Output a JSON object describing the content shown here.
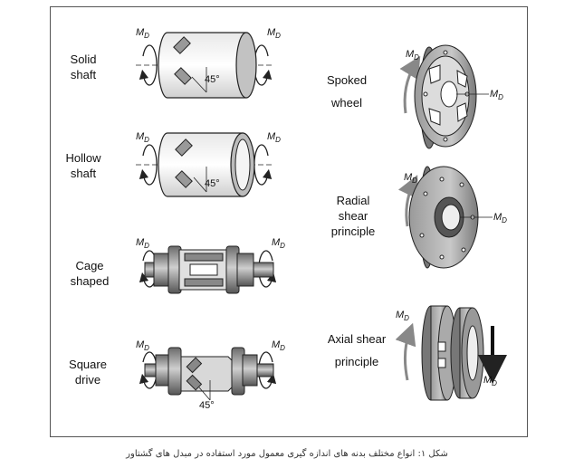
{
  "figure": {
    "caption": "شکل ۱: انواع مختلف  بدنه های اندازه گیری معمول مورد استفاده در مبدل های گشتاور",
    "moment_symbol": "M",
    "moment_subscript": "D",
    "angle_label": "45°",
    "left_items": [
      {
        "line1": "Solid",
        "line2": "shaft"
      },
      {
        "line1": "Hollow",
        "line2": "shaft"
      },
      {
        "line1": "Cage",
        "line2": "shaped"
      },
      {
        "line1": "Square",
        "line2": "drive"
      }
    ],
    "right_items": [
      {
        "line1": "Spoked",
        "line2": "wheel",
        "line3": ""
      },
      {
        "line1": "Radial",
        "line2": "shear",
        "line3": "principle"
      },
      {
        "line1": "Axial shear",
        "line2": "principle",
        "line3": ""
      }
    ]
  }
}
